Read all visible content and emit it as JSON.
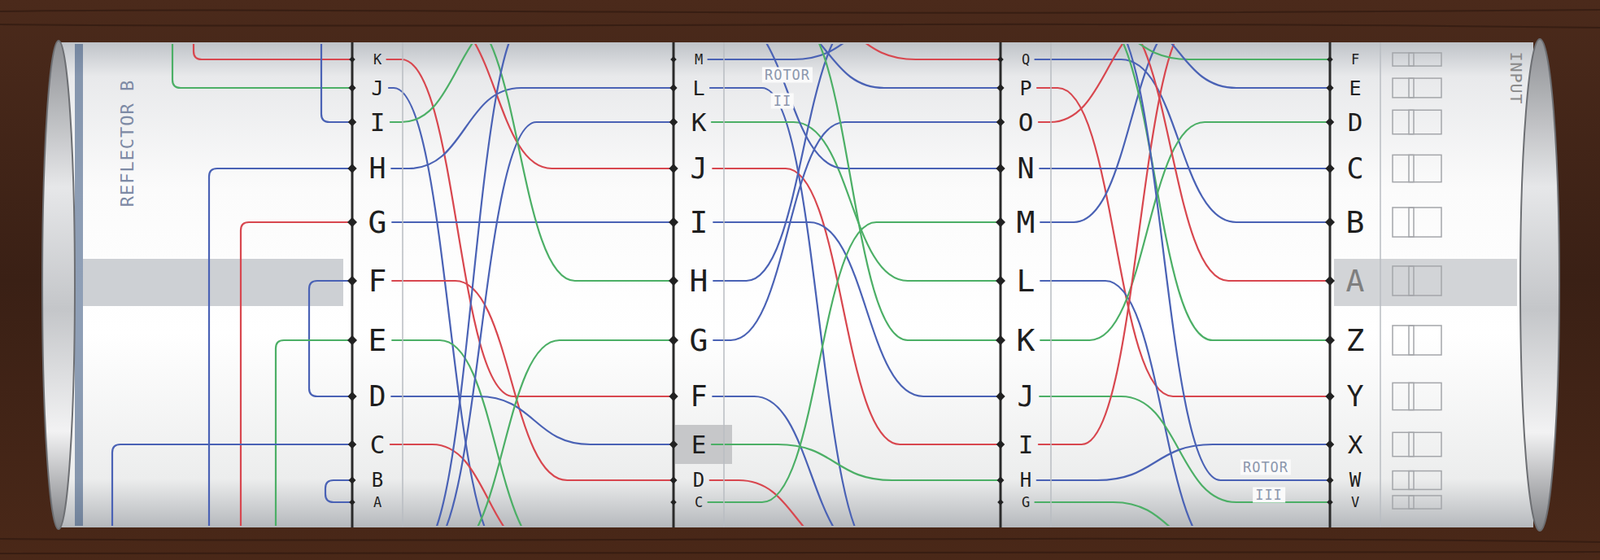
{
  "diagram": {
    "labels": [
      "REFLECTOR B",
      "K",
      "J",
      "I",
      "H",
      "G",
      "F",
      "E",
      "D",
      "C",
      "B",
      "A",
      "ROTOR",
      "II",
      "M",
      "L",
      "K",
      "J",
      "I",
      "H",
      "G",
      "F",
      "E",
      "D",
      "C",
      "Q",
      "P",
      "O",
      "N",
      "M",
      "L",
      "K",
      "J",
      "I",
      "H",
      "G",
      "ROTOR",
      "III",
      "F",
      "E",
      "D",
      "C",
      "B",
      "A",
      "Z",
      "Y",
      "X",
      "W",
      "V",
      "INPUT"
    ]
  }
}
